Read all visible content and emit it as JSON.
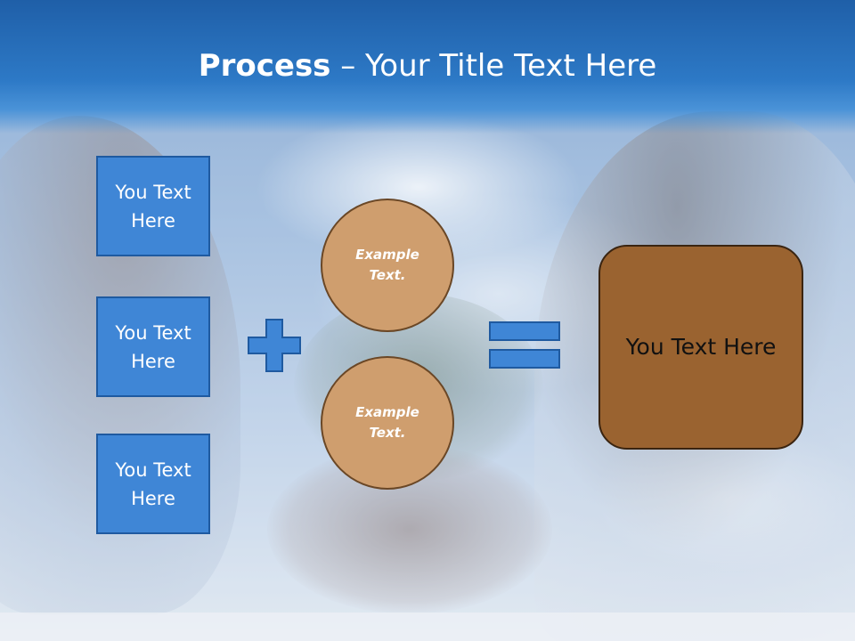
{
  "title": {
    "bold": "Process",
    "rest": " – Your Title Text Here"
  },
  "left_boxes": [
    {
      "label": "You Text Here"
    },
    {
      "label": "You Text Here"
    },
    {
      "label": "You Text Here"
    }
  ],
  "circles": [
    {
      "label": "Example Text."
    },
    {
      "label": "Example Text."
    }
  ],
  "result_box": {
    "label": "You Text Here"
  },
  "operators": {
    "plus": "plus-icon",
    "equals": "equals-icon"
  },
  "colors": {
    "title_band": "#2d79c6",
    "left_box_fill": "#3f86d6",
    "left_box_border": "#1f5aa0",
    "circle_fill": "#cf9e6e",
    "circle_border": "#6a4726",
    "result_fill": "#9a6330",
    "operator_fill": "#3f86d6"
  }
}
